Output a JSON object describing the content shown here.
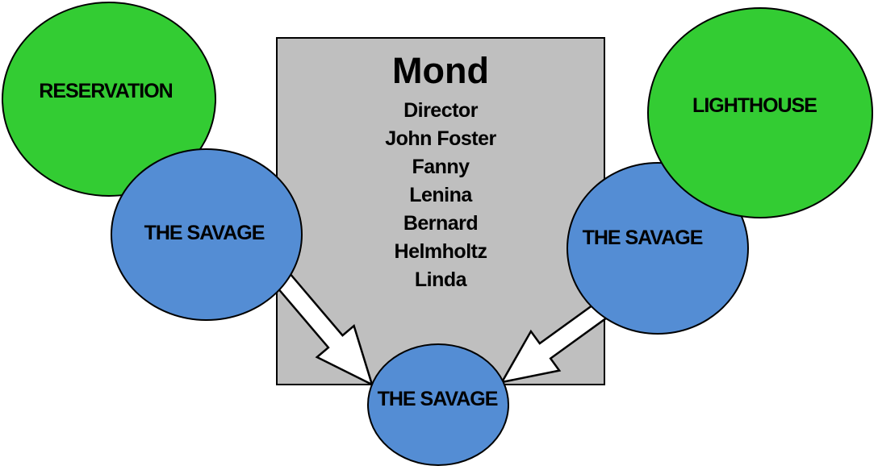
{
  "colors": {
    "green": "#33CC33",
    "blue": "#548DD4",
    "gray": "#BFBFBF",
    "outline": "#000000",
    "arrow_fill": "#FFFFFF",
    "text": "#000000",
    "background": "#FFFFFF"
  },
  "box": {
    "title": "Mond",
    "members": [
      "Director",
      "John Foster",
      "Fanny",
      "Lenina",
      "Bernard",
      "Helmholtz",
      "Linda"
    ]
  },
  "nodes": {
    "reservation": {
      "label": "RESERVATION",
      "color": "green"
    },
    "lighthouse": {
      "label": "LIGHTHOUSE",
      "color": "green"
    },
    "savage_left": {
      "label": "THE SAVAGE",
      "color": "blue"
    },
    "savage_right": {
      "label": "THE SAVAGE",
      "color": "blue"
    },
    "savage_bottom": {
      "label": "THE SAVAGE",
      "color": "blue"
    }
  },
  "arrows": [
    {
      "name": "left-savage-to-bottom-savage"
    },
    {
      "name": "right-savage-to-bottom-savage"
    }
  ]
}
